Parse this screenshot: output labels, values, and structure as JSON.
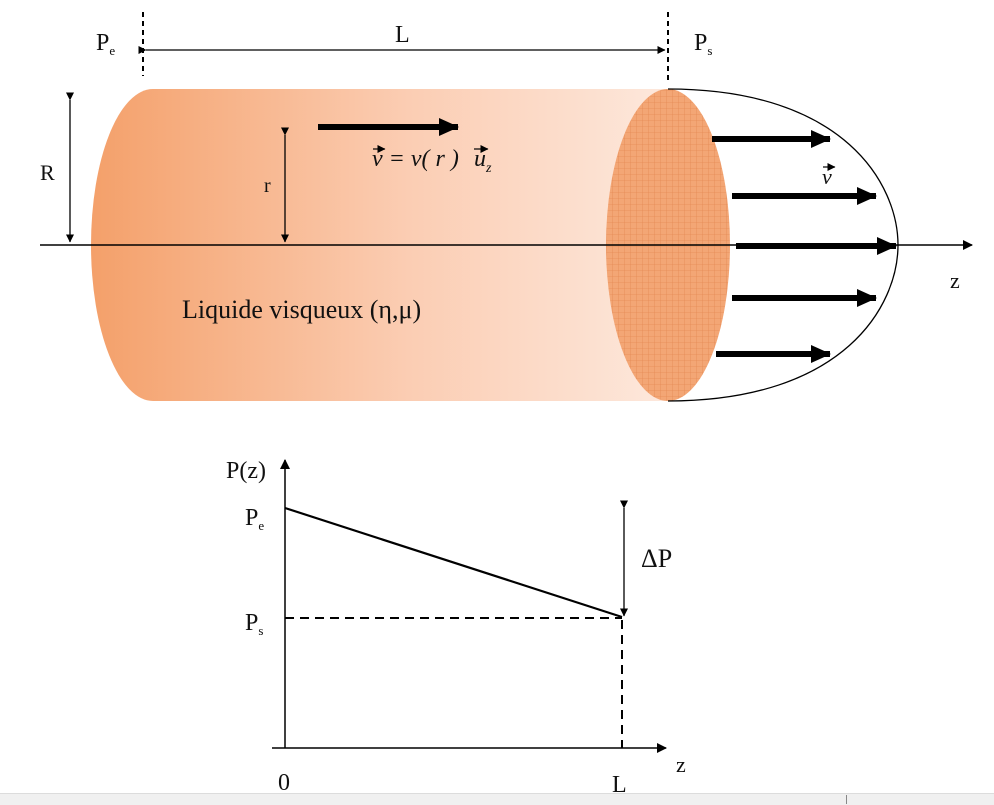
{
  "labels": {
    "pe": "P",
    "pe_sub": "e",
    "ps": "P",
    "ps_sub": "s",
    "length": "L",
    "radius_R": "R",
    "radius_r": "r",
    "velocity_vec": "v",
    "velocity_eq": "= v( r )",
    "u_vec": "u",
    "u_sub": "z",
    "profile_v": "v",
    "axis_z": "z",
    "liquid": "Liquide visqueux (η,μ)"
  },
  "graph": {
    "y_axis_label": "P(z)",
    "x_axis_label": "z",
    "tick_zero": "0",
    "tick_L": "L",
    "pe": "P",
    "pe_sub": "e",
    "ps": "P",
    "ps_sub": "s",
    "delta_p": "ΔP"
  },
  "colors": {
    "tube_dark": "#f4a06a",
    "tube_light": "#fde5d8",
    "face": "#f3a675",
    "stroke": "#000000"
  }
}
